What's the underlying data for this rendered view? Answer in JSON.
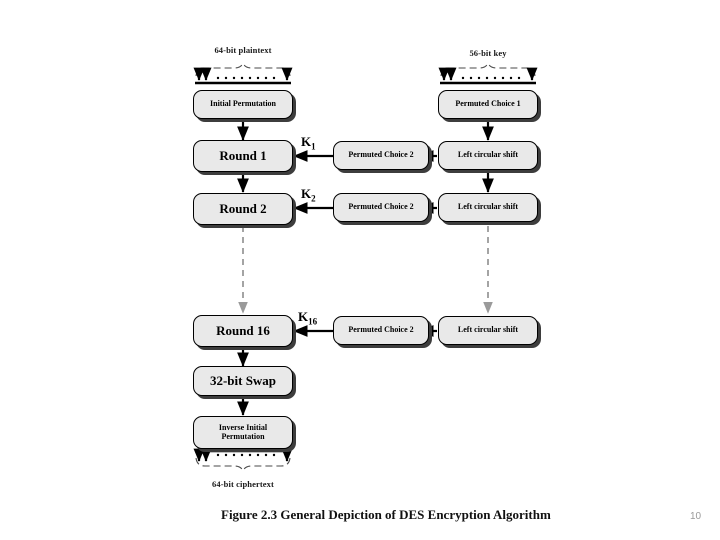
{
  "slide": {
    "caption": "Figure 2.3  General Depiction of DES Encryption Algorithm",
    "page_number": "10",
    "background_color": "#ffffff"
  },
  "diagram": {
    "title": "General Depiction of DES Encryption Algorithm",
    "style": {
      "box_fill": "#e9e9e9",
      "box_stroke": "#000000",
      "shadow_color": "#3d3d3d",
      "solid_arrow_color": "#000000",
      "dashed_arrow_color": "#9a9a9a"
    },
    "io_labels": {
      "plaintext": "64-bit plaintext",
      "key": "56-bit key",
      "ciphertext": "64-bit ciphertext"
    },
    "data_path": {
      "name": "encryption-data-path",
      "boxes": [
        {
          "id": "initial-permutation",
          "label": "Initial Permutation",
          "size": "small"
        },
        {
          "id": "round-1",
          "label": "Round 1",
          "size": "big"
        },
        {
          "id": "round-2",
          "label": "Round 2",
          "size": "big"
        },
        {
          "id": "round-16",
          "label": "Round 16",
          "size": "big"
        },
        {
          "id": "swap",
          "label": "32-bit Swap",
          "size": "big"
        },
        {
          "id": "inverse-initial-permutation",
          "label": "Inverse Initial Permutation",
          "size": "small"
        }
      ]
    },
    "key_schedule": {
      "name": "key-schedule-path",
      "boxes": [
        {
          "id": "permuted-choice-1",
          "label": "Permuted Choice 1",
          "size": "small"
        },
        {
          "id": "left-circular-shift-1",
          "label": "Left circular shift",
          "size": "small"
        },
        {
          "id": "left-circular-shift-2",
          "label": "Left circular shift",
          "size": "small"
        },
        {
          "id": "left-circular-shift-16",
          "label": "Left circular shift",
          "size": "small"
        },
        {
          "id": "permuted-choice-2-round-1",
          "label": "Permuted Choice 2",
          "size": "small"
        },
        {
          "id": "permuted-choice-2-round-2",
          "label": "Permuted Choice 2",
          "size": "small"
        },
        {
          "id": "permuted-choice-2-round-16",
          "label": "Permuted Choice 2",
          "size": "small"
        }
      ]
    },
    "subkeys": [
      {
        "id": "subkey-1",
        "base": "K",
        "index": "1"
      },
      {
        "id": "subkey-2",
        "base": "K",
        "index": "2"
      },
      {
        "id": "subkey-16",
        "base": "K",
        "index": "16"
      }
    ]
  }
}
